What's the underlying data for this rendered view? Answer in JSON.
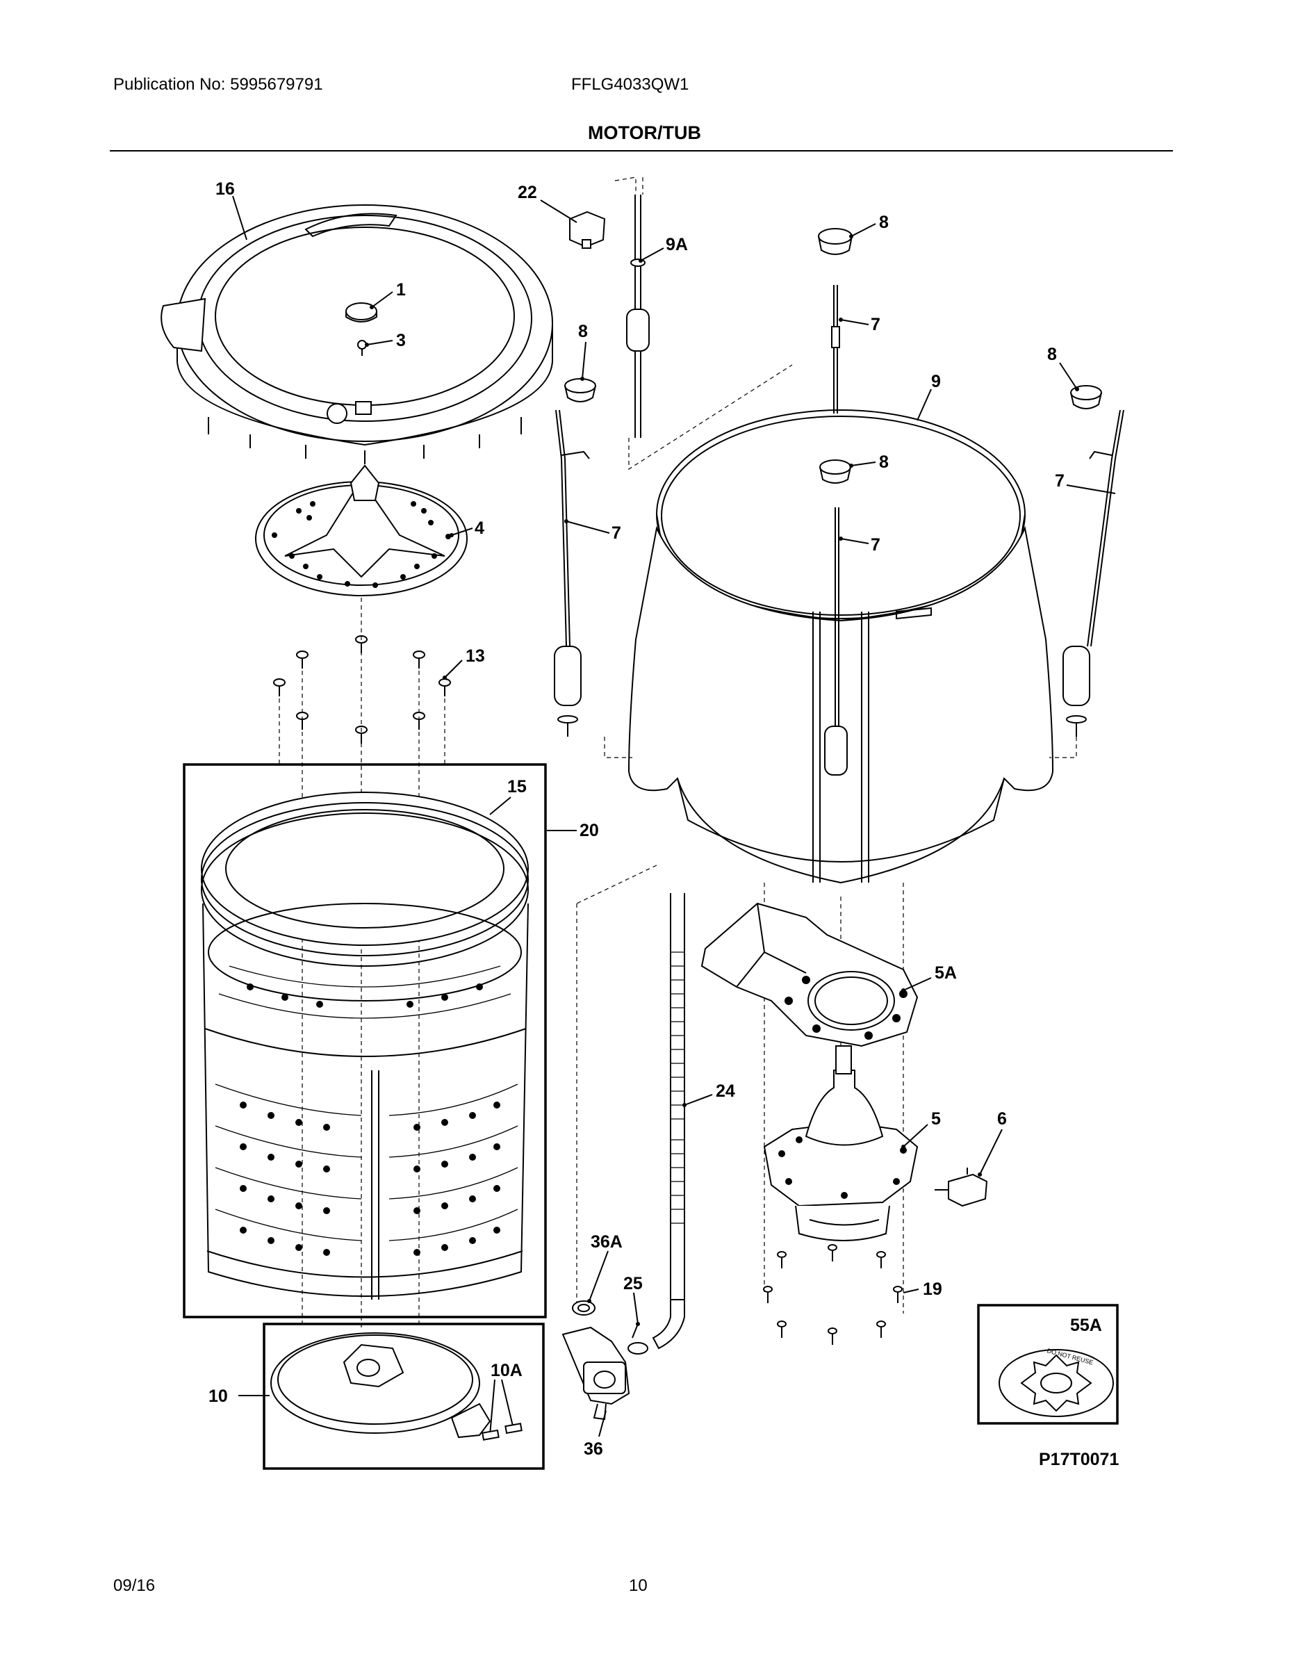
{
  "header": {
    "publication": "Publication No: 5995679791",
    "model": "FFLG4033QW1",
    "title": "MOTOR/TUB"
  },
  "footer": {
    "date": "09/16",
    "page": "10"
  },
  "diagram": {
    "drawing_code": "P17T0071",
    "inset_label": "55A",
    "inset_text": "DO NOT REUSE",
    "callouts": {
      "c16": "16",
      "c1": "1",
      "c3": "3",
      "c4": "4",
      "c22": "22",
      "c9a": "9A",
      "c8a": "8",
      "c8b": "8",
      "c8c": "8",
      "c8d": "8",
      "c7a": "7",
      "c7b": "7",
      "c7c": "7",
      "c7d": "7",
      "c9": "9",
      "c13": "13",
      "c15": "15",
      "c20": "20",
      "c5a": "5A",
      "c24": "24",
      "c5": "5",
      "c6": "6",
      "c19": "19",
      "c36a": "36A",
      "c25": "25",
      "c36": "36",
      "c10": "10",
      "c10a": "10A"
    }
  }
}
